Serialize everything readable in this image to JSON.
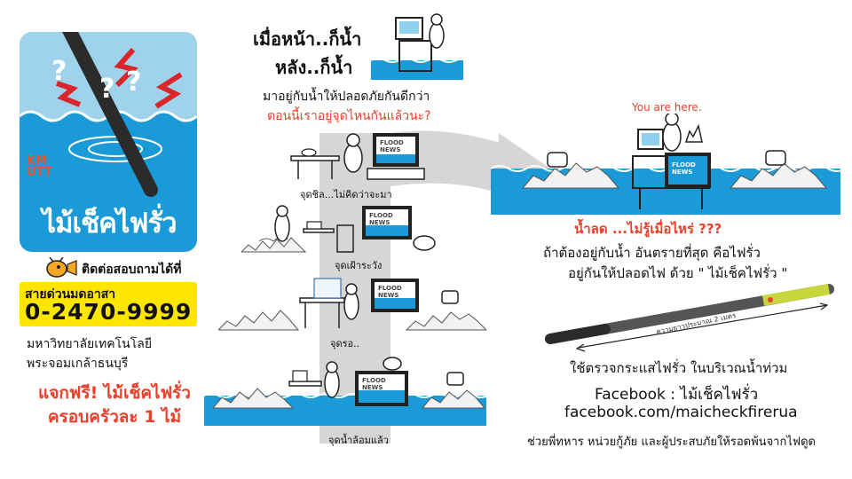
{
  "left": {
    "logo_title": "ไม้เช็คไฟรั่ว",
    "kmutt_line1": "KM",
    "kmutt_line2": "UTT",
    "contact_text": "ติดต่อสอบถามได้ที่",
    "hotline_label": "สายด่วนมดอาสา",
    "hotline_number": "0-2470-9999",
    "university_line1": "มหาวิทยาลัยเทคโนโลยี",
    "university_line2": "พระจอมเกล้าธนบุรี",
    "free_line1": "แจกฟรี! ไม้เช็คไฟรั่ว",
    "free_line2": "ครอบครัวละ 1 ไม้"
  },
  "center": {
    "headline_line1": "เมื่อหน้า..ก็น้ำ",
    "headline_line2": "หลัง..ก็น้ำ",
    "sub_line1": "มาอยู่กับน้ำให้ปลอดภัยกันดีกว่า",
    "sub_line2": "ตอนนี้เราอยู่จุดไหนกันแล้วนะ?",
    "tv_text_line1": "FLOOD",
    "tv_text_line2": "NEWS",
    "scene_captions": [
      "จุดชิล...ไม่คิดว่าจะมา",
      "จุดเฝ้าระวัง",
      "จุดรอ..",
      "จุดน้ำล้อมแล้ว"
    ]
  },
  "right": {
    "you_are_here": "You are here.",
    "red_line": "น้ำลด ...ไม่รู้เมื่อไหร่ ???",
    "danger_line1": "ถ้าต้องอยู่กับน้ำ  อันตรายที่สุด  คือไฟรั่ว",
    "danger_line2": "อยู่กันให้ปลอดไฟ ด้วย \" ไม้เช็คไฟรั่ว \"",
    "length_label": "ความยาวประมาณ 2 เมตร",
    "check_line": "ใช้ตรวจกระแสไฟรั่ว ในบริเวณน้ำท่วม",
    "facebook_label": "Facebook :  ไม้เช็คไฟรั่ว",
    "facebook_url": "facebook.com/maicheckfirerua",
    "help_line": "ช่วยพี่ทหาร  หน่วยกู้ภัย  และผู้ประสบภัยให้รอดพ้นจากไฟดูด"
  },
  "colors": {
    "water": "#1a9ad6",
    "red": "#e8402b",
    "hotline_yellow": "#ffe600",
    "logo_bg": "#9fd3ec",
    "sandbag": "#f2f2f2",
    "arrow_grey": "#d6d6d6"
  }
}
